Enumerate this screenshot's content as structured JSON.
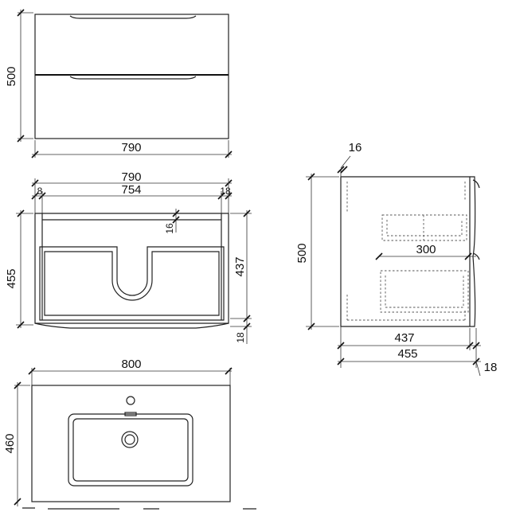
{
  "front_view": {
    "height": "500",
    "width": "790"
  },
  "top_section_view": {
    "outer_width": "790",
    "inner_width": "754",
    "side_left": "8",
    "side_right": "18",
    "panel_thickness": "16",
    "depth_total": "455",
    "depth_inner": "437",
    "front_thickness": "18"
  },
  "basin_top_view": {
    "width": "800",
    "depth": "460"
  },
  "side_view": {
    "top_thickness": "16",
    "height": "500",
    "drawer_depth": "300",
    "depth_inner": "437",
    "depth_total": "455",
    "front_thickness": "18"
  }
}
